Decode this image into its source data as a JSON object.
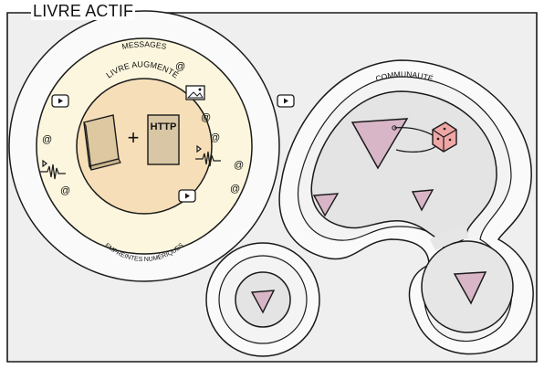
{
  "title": "LIVRE ACTIF",
  "labels": {
    "messages": "MESSAGES",
    "augmented_book": "LIVRE AUGMENTÉ",
    "digital_footprints": "EMPREINTES NUMÉRIQUES",
    "community": "COMMUNAUTÉ",
    "http": "HTTP",
    "plus": "+"
  },
  "colors": {
    "stroke": "#1a1a1a",
    "outer_fill": "#ececec",
    "messages_fill": "#f8f3d7",
    "core_fill": "#f6dfb7",
    "book_fill": "#dcc7a0",
    "community_fill": "#e6e6e6",
    "triangle_fill": "#d9b7c8",
    "cube_fill": "#f0a7a7"
  },
  "icons": [
    "play-icon",
    "image-icon",
    "at-sign-icon",
    "sound-wave-icon",
    "book-icon",
    "web-page-icon",
    "dice-icon",
    "triangle-icon"
  ]
}
